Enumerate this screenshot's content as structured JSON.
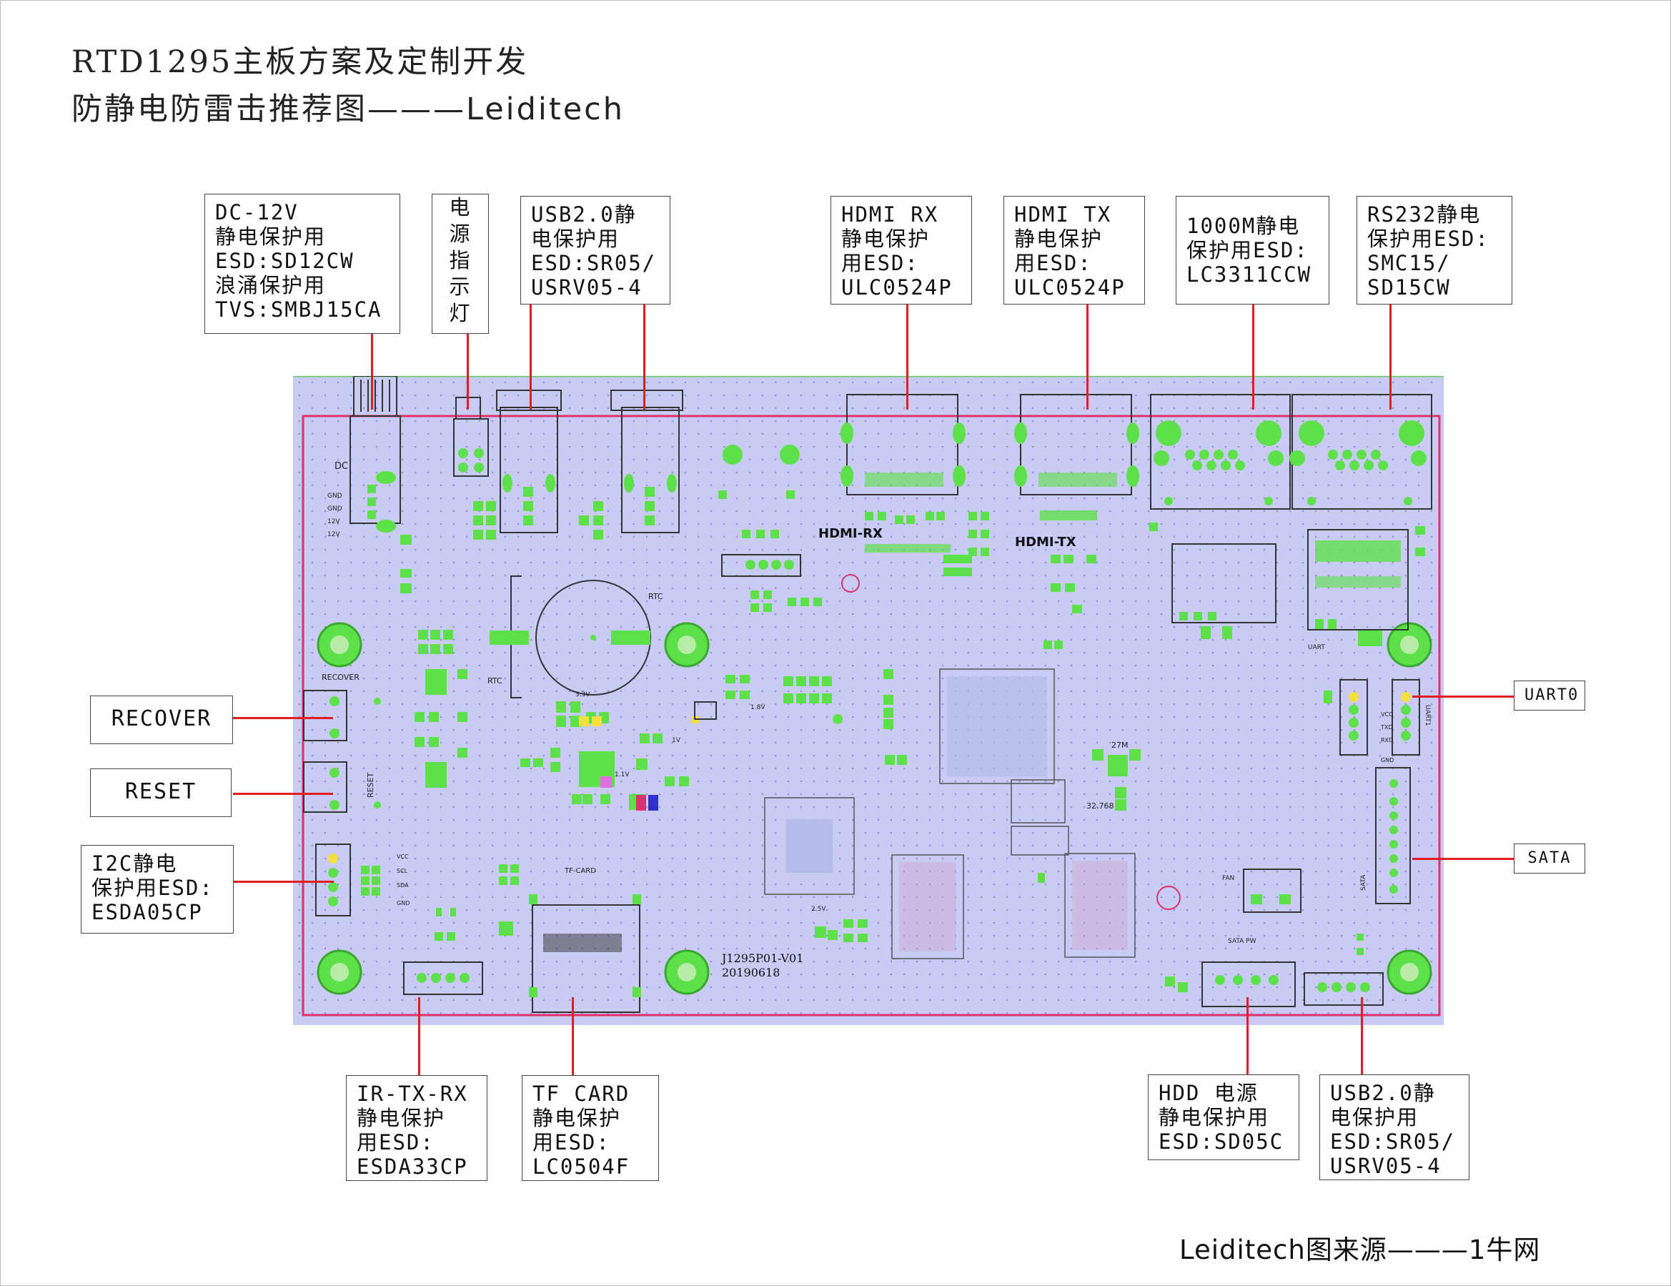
{
  "title": {
    "line1": "RTD1295主板方案及定制开发",
    "line2": "防静电防雷击推荐图———Leiditech"
  },
  "footer": "Leiditech图来源———1牛网",
  "colors": {
    "board": "#c8cbf3",
    "leader_line": "#e02020",
    "component_green": "#5ee04a",
    "board_outline": "#e0306a"
  },
  "callouts": {
    "dc": [
      "DC-12V",
      "静电保护用",
      "ESD:SD12CW",
      "浪涌保护用",
      "TVS:SMBJ15CA"
    ],
    "power_led": [
      "电",
      "源",
      "指",
      "示",
      "灯"
    ],
    "usb_top": [
      "USB2.0静",
      "电保护用",
      "ESD:SR05/",
      "USRV05-4"
    ],
    "hdmi_rx": [
      "HDMI RX",
      "静电保护",
      "用ESD:",
      "ULC0524P"
    ],
    "hdmi_tx": [
      "HDMI TX",
      "静电保护",
      "用ESD:",
      "ULC0524P"
    ],
    "ethernet": [
      "1000M静电",
      "保护用ESD:",
      "LC3311CCW"
    ],
    "rs232": [
      "RS232静电",
      "保护用ESD:",
      "SMC15/",
      "SD15CW"
    ],
    "recover": [
      "RECOVER"
    ],
    "reset": [
      "RESET"
    ],
    "i2c": [
      "I2C静电",
      "保护用ESD:",
      "ESDA05CP"
    ],
    "uart0": [
      "UART0"
    ],
    "sata": [
      "SATA"
    ],
    "ir": [
      "IR-TX-RX",
      "静电保护",
      "用ESD:",
      "ESDA33CP"
    ],
    "tf": [
      "TF CARD",
      "静电保护",
      "用ESD:",
      "LC0504F"
    ],
    "hdd": [
      "HDD 电源",
      "静电保护用",
      "ESD:SD05C"
    ],
    "usb_bottom": [
      "USB2.0静",
      "电保护用",
      "ESD:SR05/",
      "USRV05-4"
    ]
  },
  "board_labels": {
    "dc": "DC",
    "gnd1": "GND",
    "gnd2": "GND",
    "v12a": "12V",
    "v12b": "12V",
    "recover": "RECOVER",
    "reset": "RESET",
    "hdmi_rx": "HDMI-RX",
    "hdmi_tx": "HDMI-TX",
    "rtc": "RTC",
    "rtc2": "RTC",
    "uart": "UART",
    "uart1": "UART1",
    "vcc": "VCC",
    "txd": "TXD",
    "rxd": "RXD",
    "gnd3": "GND",
    "sata": "SATA",
    "tf_card": "TF-CARD",
    "model": "J1295P01-V01",
    "date": "20190618",
    "fan": "FAN",
    "sata_pw": "SATA PW",
    "i2c_vcc": "VCC",
    "i2c_scl": "SCL",
    "i2c_sda": "SDA",
    "i2c_gnd": "GND",
    "xtal1": "27M",
    "xtal2": "32.768",
    "v33": "3.3V",
    "v1": "1V",
    "v18": "1.8V",
    "v11": "1.1V",
    "v25": "2.5V"
  }
}
